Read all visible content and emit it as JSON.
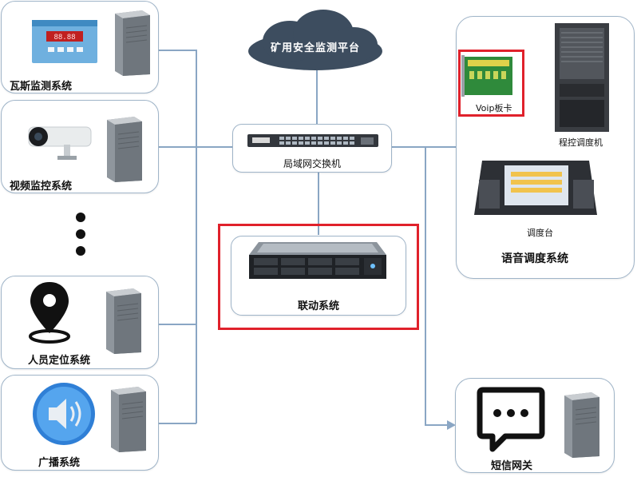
{
  "cloud": {
    "label": "矿用安全监测平台"
  },
  "switch": {
    "label": "局域网交换机"
  },
  "linkage": {
    "label": "联动系统"
  },
  "left_systems": [
    {
      "label": "瓦斯监测系统"
    },
    {
      "label": "视频监控系统"
    },
    {
      "label": "人员定位系统"
    },
    {
      "label": "广播系统"
    }
  ],
  "voice": {
    "title": "语音调度系统",
    "voip_label": "Voip板卡",
    "pbx_label": "程控调度机",
    "console_label": "调度台"
  },
  "sms": {
    "label": "短信网关"
  },
  "colors": {
    "line": "#8aa6c4",
    "highlight": "#e0212b",
    "cloud": "#3d4d5f"
  }
}
